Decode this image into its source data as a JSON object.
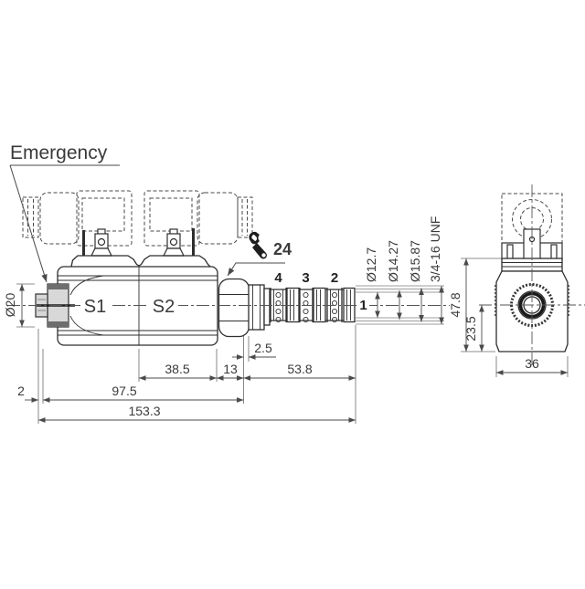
{
  "drawing": {
    "labels": {
      "emergency": "Emergency",
      "s1": "S1",
      "s2": "S2",
      "wrench_size": "24"
    },
    "ports": [
      "4",
      "3",
      "2",
      "1"
    ],
    "dims": {
      "knob_diameter": "Ø20",
      "dia_12_7": "Ø12.7",
      "dia_14_27": "Ø14.27",
      "dia_15_87": "Ø15.87",
      "thread": "3/4-16 UNF",
      "side_height": "47.8",
      "side_center_height": "23.5",
      "side_width": "36",
      "collar_width": "2.5",
      "tube_length": "38.5",
      "hex_length": "13",
      "cartridge_length": "53.8",
      "knob_offset": "2",
      "body_length": "97.5",
      "total_length": "153.3"
    },
    "colors": {
      "line": "#2e2e2e",
      "dimension": "#4a4a4a",
      "extension_gray": "#9c9c9c",
      "knob_fill": "#d8d8d8",
      "knob_band": "#6e6e6e"
    }
  }
}
